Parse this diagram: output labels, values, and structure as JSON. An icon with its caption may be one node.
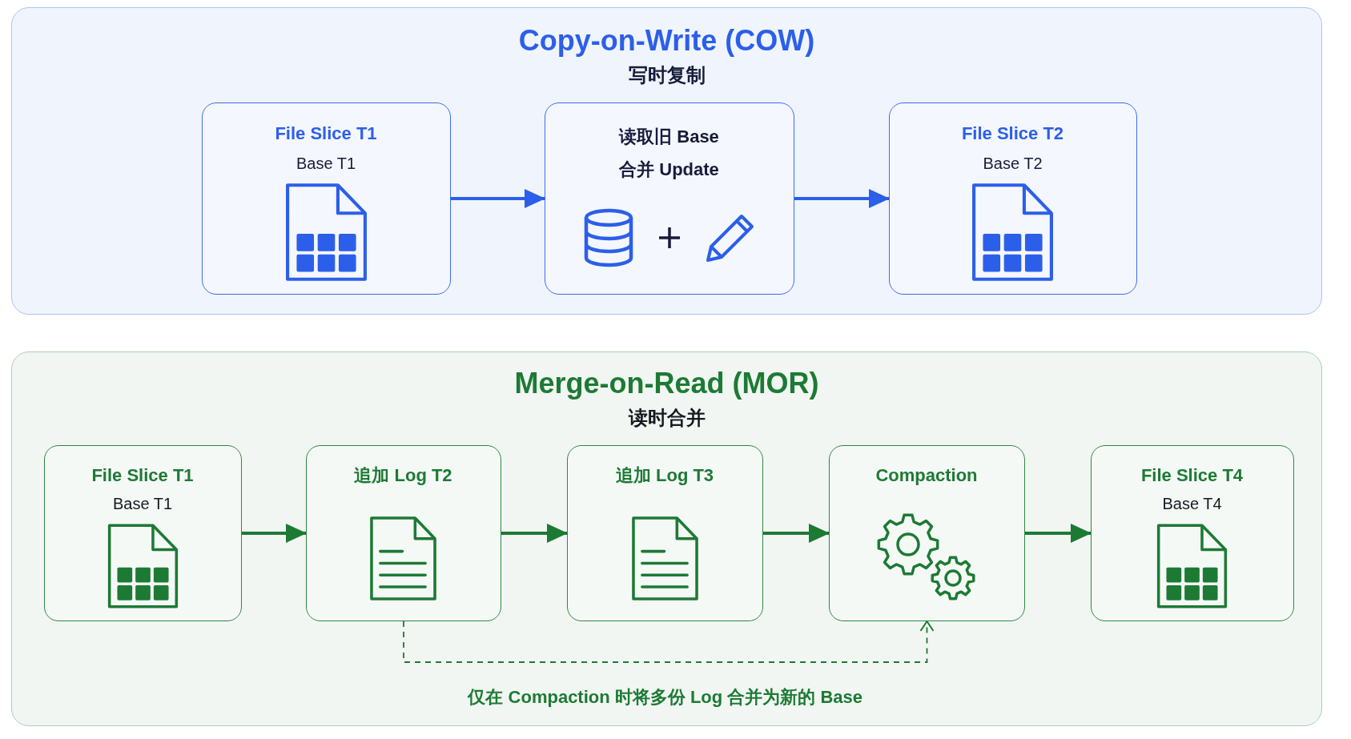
{
  "diagram": {
    "nodes": [
      {
        "text": [
          "Copy-on-Write (COW)",
          "写时复制"
        ]
      },
      {
        "text": [
          "File Slice T1",
          "Base T1"
        ],
        "in": 0
      },
      {
        "text": [
          "读取旧 Base",
          "合并 Update"
        ],
        "in": 0
      },
      {
        "text": [
          "File Slice T2",
          "Base T2"
        ],
        "in": 0
      },
      {
        "text": [
          "Merge-on-Read (MOR)",
          "读时合并"
        ]
      },
      {
        "text": [
          "File Slice T1",
          "Base T1"
        ],
        "in": 4
      },
      {
        "text": [
          "追加 Log T2"
        ],
        "in": 4
      },
      {
        "text": [
          "追加 Log T3"
        ],
        "in": 4
      },
      {
        "text": [
          "Compaction"
        ],
        "in": 4
      },
      {
        "text": [
          "File Slice T4",
          "Base T4"
        ],
        "in": 4
      }
    ],
    "edges": [
      {
        "from": 1,
        "to": 2,
        "arrow": "to",
        "color": "#2c5fe9"
      },
      {
        "from": 2,
        "to": 3,
        "arrow": "to",
        "color": "#2c5fe9"
      },
      {
        "from": 5,
        "to": 6,
        "arrow": "to"
      },
      {
        "from": 6,
        "to": 7,
        "arrow": "to"
      },
      {
        "from": 7,
        "to": 8,
        "arrow": "to"
      },
      {
        "from": 8,
        "to": 9,
        "arrow": "to"
      },
      {
        "from": 6,
        "to": 8,
        "arrow": "to",
        "style": "dashed",
        "label": "仅在 Compaction 时将多份 Log 合并为新的 Base"
      }
    ]
  }
}
